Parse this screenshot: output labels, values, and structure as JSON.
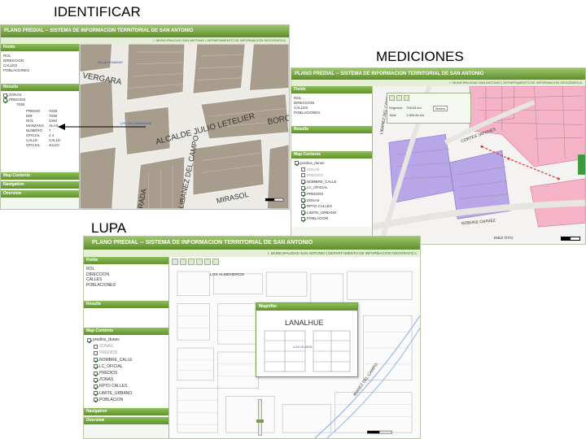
{
  "captions": {
    "identificar": "IDENTIFICAR",
    "mediciones": "MEDICIONES",
    "lupa": "LUPA"
  },
  "app": {
    "title": "PLANO PREDIAL -- SISTEMA DE INFORMACION TERRITORIAL DE SAN ANTONIO",
    "subtitle": "I. MUNICIPALIDAD SAN ANTONIO | DEPARTAMENTO DE INFORMACION GEOGRAFICA"
  },
  "panels": {
    "fields_header": "Fields",
    "fields": [
      "ROL",
      "DIRECCION",
      "CALLES",
      "POBLACIONES"
    ],
    "results_header": "Results",
    "legend_header": "Map Contents",
    "navigation_header": "Navigation",
    "overview_header": "Overview"
  },
  "identify": {
    "tree": [
      "ZONAS",
      "PREDIOS",
      "7038"
    ],
    "attr_keys": [
      "PREDIO",
      "DIR",
      "ROL",
      "MANZANA",
      "NUMERO",
      "OFICIAL",
      "CALLE",
      "OFICIAL"
    ],
    "attr_values": [
      "7038",
      "7038",
      "2340",
      "ALAS",
      "7",
      "2 4",
      "CALLE",
      "JULIO"
    ],
    "popup_label": "LOS TALCAHUANOS"
  },
  "legend": {
    "root": "predios_dunes",
    "layers": [
      "ZONAS",
      "PREDIOS",
      "NOMBRE_CALLE",
      "LC_OFICIAL",
      "PREDIOS",
      "ZONAS",
      "RPTO CALLES",
      "LIMITE_URBANO",
      "POBLACION"
    ]
  },
  "measure": {
    "segment": "Segment",
    "total": "Total",
    "segment_value": "708.60 km",
    "total_value": "1,565.84 km",
    "unit": "Meters"
  },
  "magnifier": {
    "title": "Magnifier",
    "label": "LANALHUE",
    "sublabel": "LOS OLMOS"
  },
  "map_labels": {
    "shot1": [
      "ALCALDE JULIO LETELIER",
      "BORC",
      "LIBANEZ DEL CAMPO",
      "MIRASOL",
      "RADA",
      "VERGARA",
      "VILLA PENAMAR",
      "LOS TALCAHUANOS"
    ],
    "shot2": [
      "LIBANEZ DEL CAMPO",
      "NOBUKE CHAVEZ",
      "CORTES JAPONES",
      "DIEZ OTO"
    ],
    "shot3": [
      "LOS ALMENDROS",
      "LANALHUE",
      "IBANEZ DEL CAMPO"
    ]
  },
  "colors": {
    "green_dark": "#5e8e2c",
    "green_light": "#9dc46c",
    "parcel_brown": "#a89c8c",
    "street_white": "#ffffff",
    "zone_pink": "#f4b3c6",
    "zone_purple": "#b7a7e8"
  }
}
